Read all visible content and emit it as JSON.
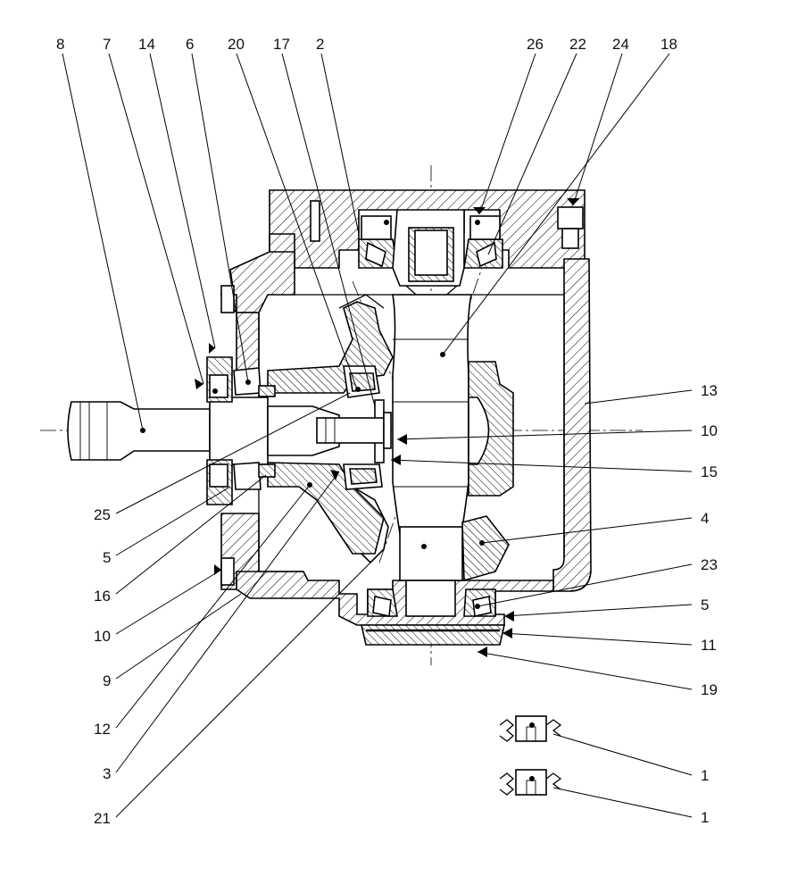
{
  "labels": {
    "l8": "8",
    "l7": "7",
    "l14": "14",
    "l6": "6",
    "l20": "20",
    "l17": "17",
    "l2": "2",
    "l26": "26",
    "l22": "22",
    "l24": "24",
    "l18": "18",
    "l13": "13",
    "l10r": "10",
    "l15": "15",
    "l4": "4",
    "l23": "23",
    "l5r": "5",
    "l11": "11",
    "l19": "19",
    "l1a": "1",
    "l1b": "1",
    "l25": "25",
    "l5l": "5",
    "l16": "16",
    "l10l": "10",
    "l9": "9",
    "l12": "12",
    "l3": "3",
    "l21": "21"
  }
}
